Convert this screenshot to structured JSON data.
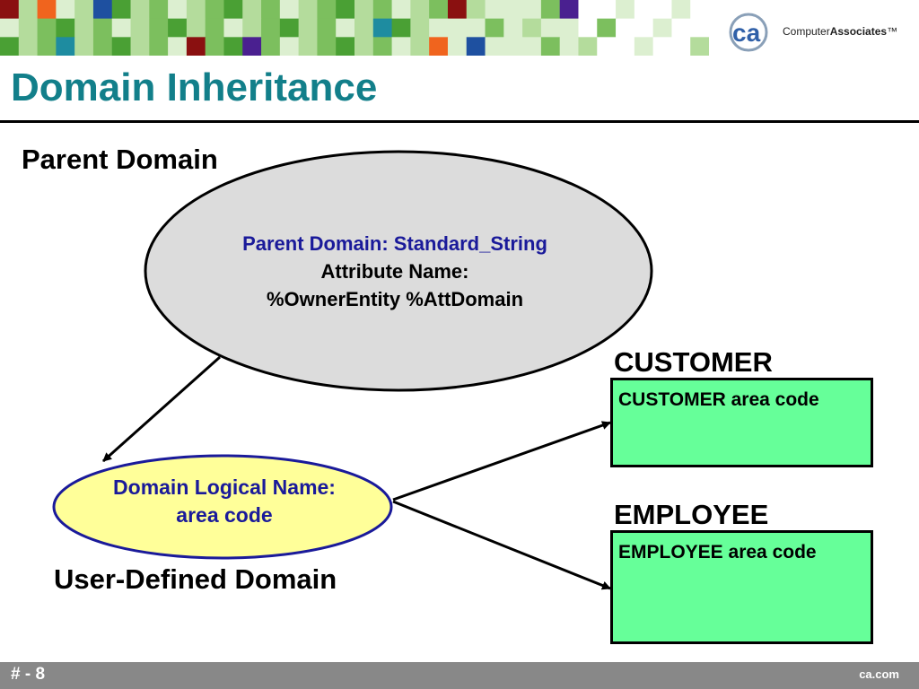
{
  "title": "Domain Inheritance",
  "logo": {
    "text": "Computer",
    "text_bold": "Associates",
    "tm": "™"
  },
  "mosaic_colors": {
    "green_dark": "#4aa034",
    "green_mid": "#7cbf5e",
    "green_light": "#b4dc9c",
    "green_pale": "#dcefd0",
    "maroon": "#8a1010",
    "orange": "#f0641e",
    "blue": "#1e50a0",
    "purple": "#4a2090",
    "teal": "#1e8ca0"
  },
  "diagram": {
    "parent_label": "Parent Domain",
    "user_label": "User-Defined Domain",
    "parent_ellipse": {
      "line1": "Parent Domain: Standard_String",
      "line2": "Attribute Name:",
      "line3": "%OwnerEntity %AttDomain",
      "fill": "#dcdcdc"
    },
    "user_ellipse": {
      "line1": "Domain Logical Name:",
      "line2": "area code",
      "fill": "#ffff99",
      "border": "#1a1a9a"
    },
    "entities": [
      {
        "name": "CUSTOMER",
        "attribute": "CUSTOMER area code"
      },
      {
        "name": "EMPLOYEE",
        "attribute": "EMPLOYEE area code"
      }
    ],
    "box_fill": "#66ff99"
  },
  "footer": {
    "page": "# - 8",
    "url": "ca.com"
  },
  "colors": {
    "title": "#127f8a",
    "footer": "#888888"
  }
}
